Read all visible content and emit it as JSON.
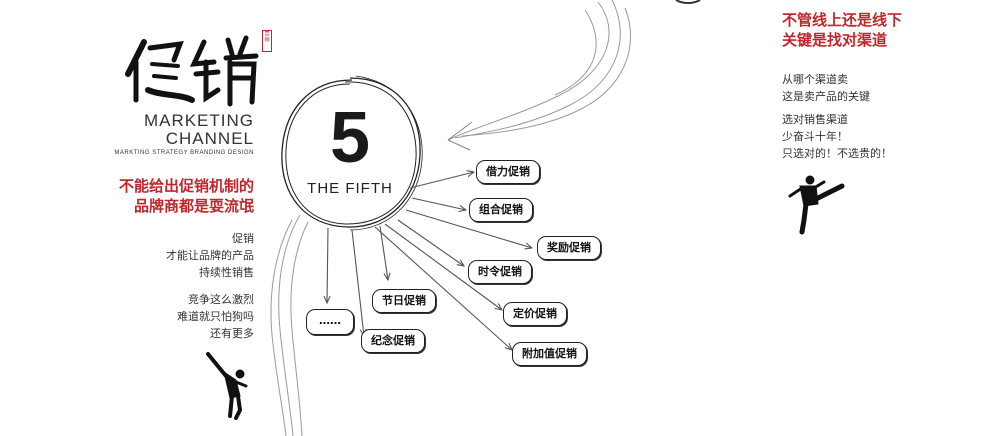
{
  "left": {
    "calligraphy": "促销",
    "seal": "营销",
    "english_line1": "MARKETING",
    "english_line2": "CHANNEL",
    "english_line3": "MARKTING STRATEGY  BRANDING DESIGN",
    "headline_line1": "不能给出促销机制的",
    "headline_line2": "品牌商都是耍流氓",
    "body1": [
      "促销",
      "才能让品牌的产品",
      "持续性销售"
    ],
    "body2": [
      "竞争这么激烈",
      "难道就只怕狗吗",
      "还有更多"
    ]
  },
  "center": {
    "number": "5",
    "label": "THE FIFTH",
    "tags": [
      "借力促销",
      "组合促销",
      "奖励促销",
      "时令促销",
      "节日促销",
      "定价促销",
      "纪念促销",
      "附加值促销",
      "……"
    ]
  },
  "right": {
    "headline_line1": "不管线上还是线下",
    "headline_line2": "关键是找对渠道",
    "body1": [
      "从哪个渠道卖",
      "这是卖产品的关键"
    ],
    "body2": [
      "选对销售渠道",
      "少奋斗十年！",
      "只选对的！不选贵的！"
    ]
  },
  "colors": {
    "accent": "#c0272d",
    "ink": "#1a1a1a"
  }
}
